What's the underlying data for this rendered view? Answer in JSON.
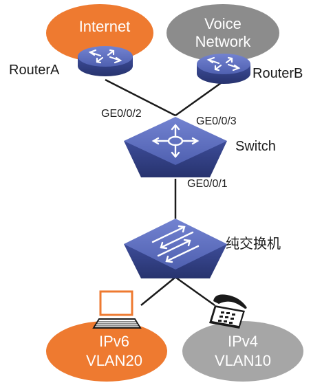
{
  "clouds": {
    "internet": {
      "label": "Internet",
      "color": "#ee7a30"
    },
    "voice": {
      "line1": "Voice",
      "line2": "Network",
      "color": "#8c8c8c"
    },
    "ipv6": {
      "line1": "IPv6",
      "line2": "VLAN20",
      "color": "#ee7a30"
    },
    "ipv4": {
      "line1": "IPv4",
      "line2": "VLAN10",
      "color": "#a6a6a6"
    }
  },
  "devices": {
    "router_a": {
      "label": "RouterA",
      "icon": "router-icon"
    },
    "router_b": {
      "label": "RouterB",
      "icon": "router-icon"
    },
    "switch": {
      "label": "Switch",
      "icon": "layer3-switch-icon"
    },
    "l2_switch": {
      "label": "纯交换机",
      "icon": "layer2-switch-icon"
    },
    "pc": {
      "icon": "pc-icon"
    },
    "phone": {
      "icon": "phone-icon"
    }
  },
  "ports": {
    "p1": "GE0/0/2",
    "p2": "GE0/0/3",
    "p3": "GE0/0/1"
  },
  "colors": {
    "device_blue": "#3f4f9c",
    "device_top": "#5d6fbf",
    "link": "#1a1a1a"
  }
}
